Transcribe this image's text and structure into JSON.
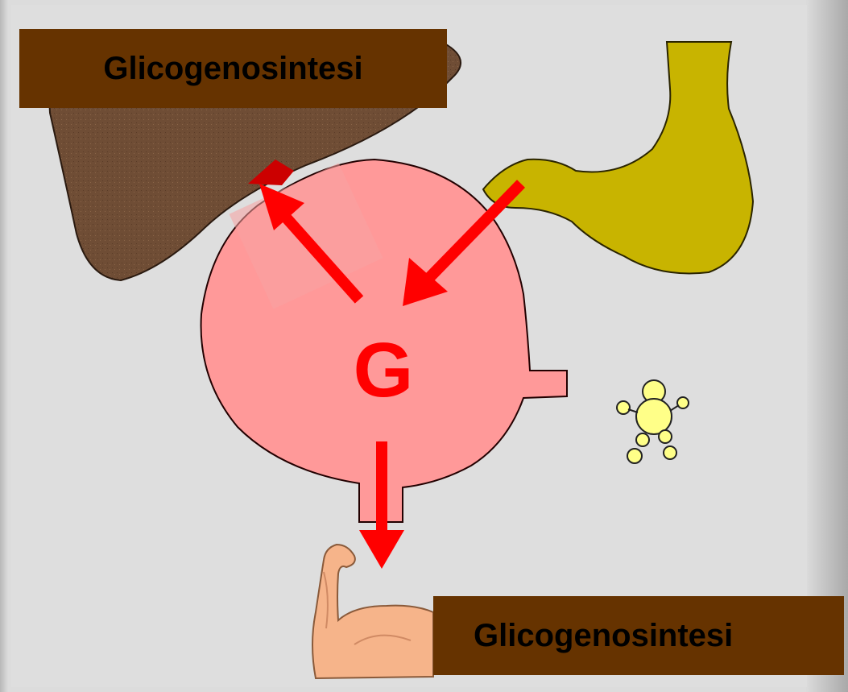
{
  "labels": {
    "top": "Glicogenosintesi",
    "bottom": "Glicogenosintesi",
    "center": "G"
  },
  "icons": {
    "liver": "liver-organ-icon",
    "stomach": "stomach-organ-icon",
    "blood_pool": "blood-glucose-pool-icon",
    "muscle": "flexed-arm-muscle-icon",
    "body": "small-person-icon"
  },
  "colors": {
    "label_background": "#663300",
    "arrow": "#ff0000",
    "pool": "#ff9999",
    "liver": "#6b4a32",
    "stomach": "#c8b400",
    "person": "#ffff88",
    "arm": "#f6b48a"
  }
}
